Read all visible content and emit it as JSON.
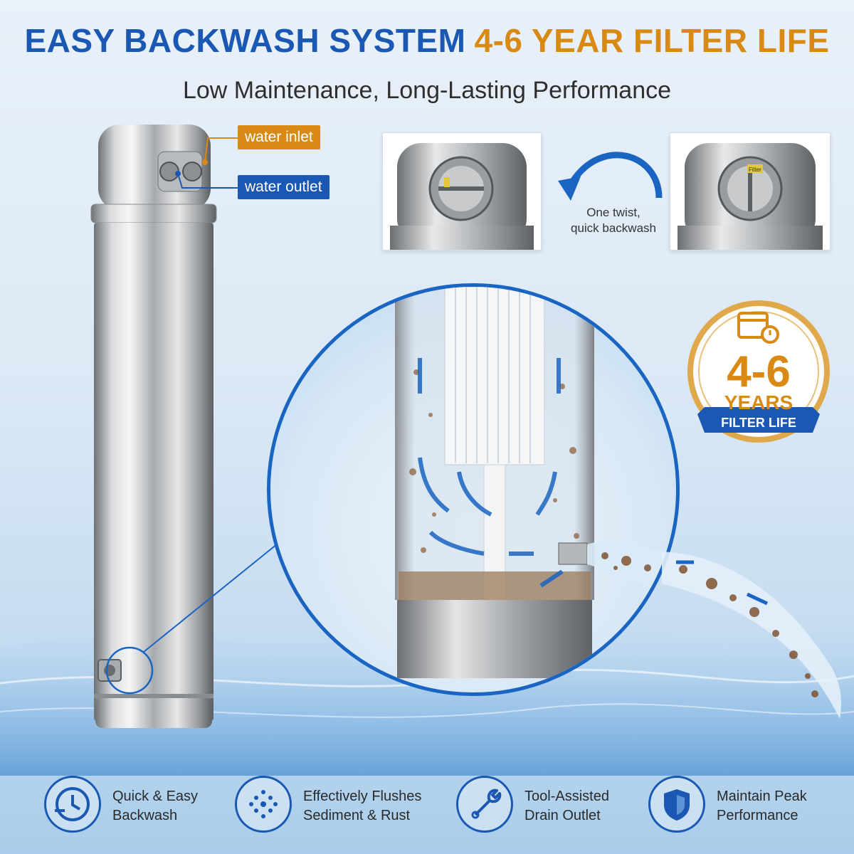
{
  "header": {
    "title_left": "EASY BACKWASH SYSTEM",
    "title_right": "4-6 YEAR FILTER LIFE",
    "subtitle": "Low Maintenance, Long-Lasting Performance"
  },
  "labels": {
    "inlet": "water inlet",
    "outlet": "water outlet",
    "twist_line1": "One twist,",
    "twist_line2": "quick backwash",
    "thumb_right_tag": "Filter"
  },
  "badge": {
    "value": "4-6",
    "unit": "YEARS",
    "ribbon": "FILTER LIFE"
  },
  "features": [
    {
      "icon": "clock-backwash-icon",
      "line1": "Quick & Easy",
      "line2": "Backwash"
    },
    {
      "icon": "dots-flush-icon",
      "line1": "Effectively Flushes",
      "line2": "Sediment & Rust"
    },
    {
      "icon": "wrench-icon",
      "line1": "Tool-Assisted",
      "line2": "Drain Outlet"
    },
    {
      "icon": "shield-icon",
      "line1": "Maintain Peak",
      "line2": "Performance"
    }
  ],
  "colors": {
    "blue": "#1a58b3",
    "orange": "#d98a14",
    "ring": "#1a64c2"
  }
}
